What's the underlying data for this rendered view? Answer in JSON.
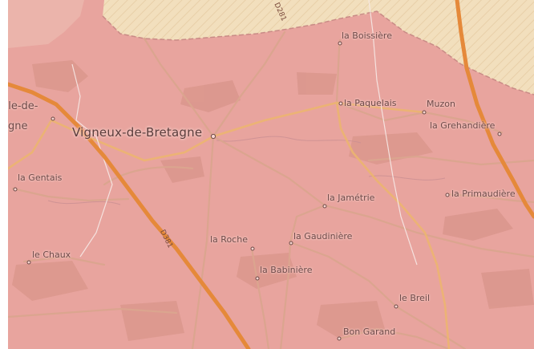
{
  "map": {
    "town": "Vigneux-de-Bretagne",
    "places": {
      "boissiere": "la Boissière",
      "paquelais": "la Paquelais",
      "muzon": "Muzon",
      "grehandiere": "la Grehandière",
      "jametrie": "la Jamétrie",
      "primaudiere": "la Primaudière",
      "gentais": "la Gentais",
      "roche": "la Roche",
      "gaudiniere": "la Gaudinière",
      "babiniere": "la Babinière",
      "chaux": "le Chaux",
      "breil": "le Breil",
      "bon_garand": "Bon Garand",
      "partial_top_left": "ple-de-",
      "partial_left": "agne"
    },
    "roads": {
      "d281": "D281",
      "d381": "D381"
    },
    "colors": {
      "commune_fill": "#e8a49e",
      "outside_area": "#f1dcb8",
      "major_road": "#e58a3c",
      "minor_road": "#d9a08c",
      "woodland": "#d99a8c"
    }
  }
}
